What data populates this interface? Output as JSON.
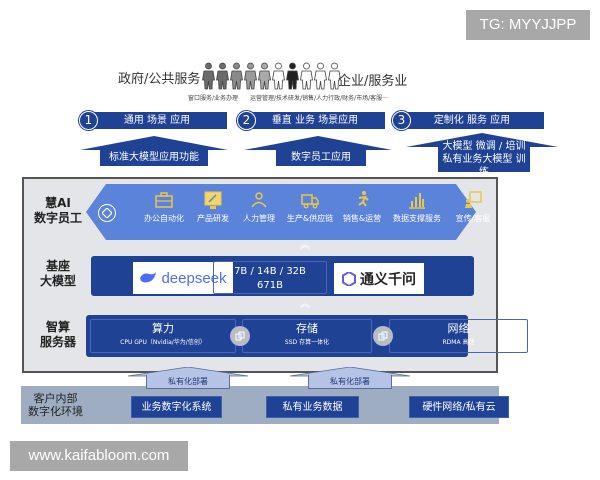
{
  "watermarks": {
    "tg": "TG: MYYJJPP",
    "site": "www.kaifabloom.com"
  },
  "users": {
    "left_label": "政府/公共服务",
    "right_label": "企业/服务业",
    "left_sub": "窗口服务/业务办理",
    "right_sub": "运营管理/技术研发/销售/人力行政/财务/市场/客服···",
    "people_count": 10
  },
  "scenarios": [
    {
      "num": "1",
      "label": "通用 场景 应用",
      "arrow_label": "标准大模型应用功能"
    },
    {
      "num": "2",
      "label": "垂直 业务 场景应用",
      "arrow_label": "数字员工应用"
    },
    {
      "num": "3",
      "label": "定制化 服务 应用",
      "arrow_label_line1": "大模型 微调 / 培训",
      "arrow_label_line2": "私有业务大模型 训练"
    }
  ],
  "digital_employee": {
    "label_line1": "慧AI",
    "label_line2": "数字员工",
    "items": [
      {
        "icon": "briefcase-icon",
        "label": "办公自动化"
      },
      {
        "icon": "monitor-pen-icon",
        "label": "产品研发"
      },
      {
        "icon": "people-icon",
        "label": "人力管理"
      },
      {
        "icon": "truck-icon",
        "label": "生产&供应链"
      },
      {
        "icon": "runner-icon",
        "label": "销售&运营"
      },
      {
        "icon": "bar-chart-icon",
        "label": "数据支撑服务"
      },
      {
        "icon": "presenter-icon",
        "label": "宣传/客服"
      }
    ]
  },
  "base_model": {
    "label_line1": "基座",
    "label_line2": "大模型",
    "left_logo": "deepseek",
    "sizes_line1": "7B  / 14B / 32B",
    "sizes_line2": "671B",
    "right_logo": "通义千问"
  },
  "compute": {
    "label_line1": "智算",
    "label_line2": "服务器",
    "cells": [
      {
        "title": "算力",
        "sub": "CPU  GPU（Nvidia/华为/信创）"
      },
      {
        "title": "存储",
        "sub": "SSD 存算一体化"
      },
      {
        "title": "网络",
        "sub": "RDMA 高速"
      }
    ]
  },
  "customer_env": {
    "label_line1": "客户内部",
    "label_line2": "数字化环境",
    "deploy_label": "私有化部署",
    "boxes": [
      "业务数字化系统",
      "私有业务数据",
      "硬件网络/私有云"
    ]
  },
  "colors": {
    "navy": "#1f4294",
    "hex_blue": "#5b83d9",
    "icon_gold": "#e9c74a",
    "panel_gray": "#e4e5e8",
    "env_band": "#9eadc2"
  }
}
